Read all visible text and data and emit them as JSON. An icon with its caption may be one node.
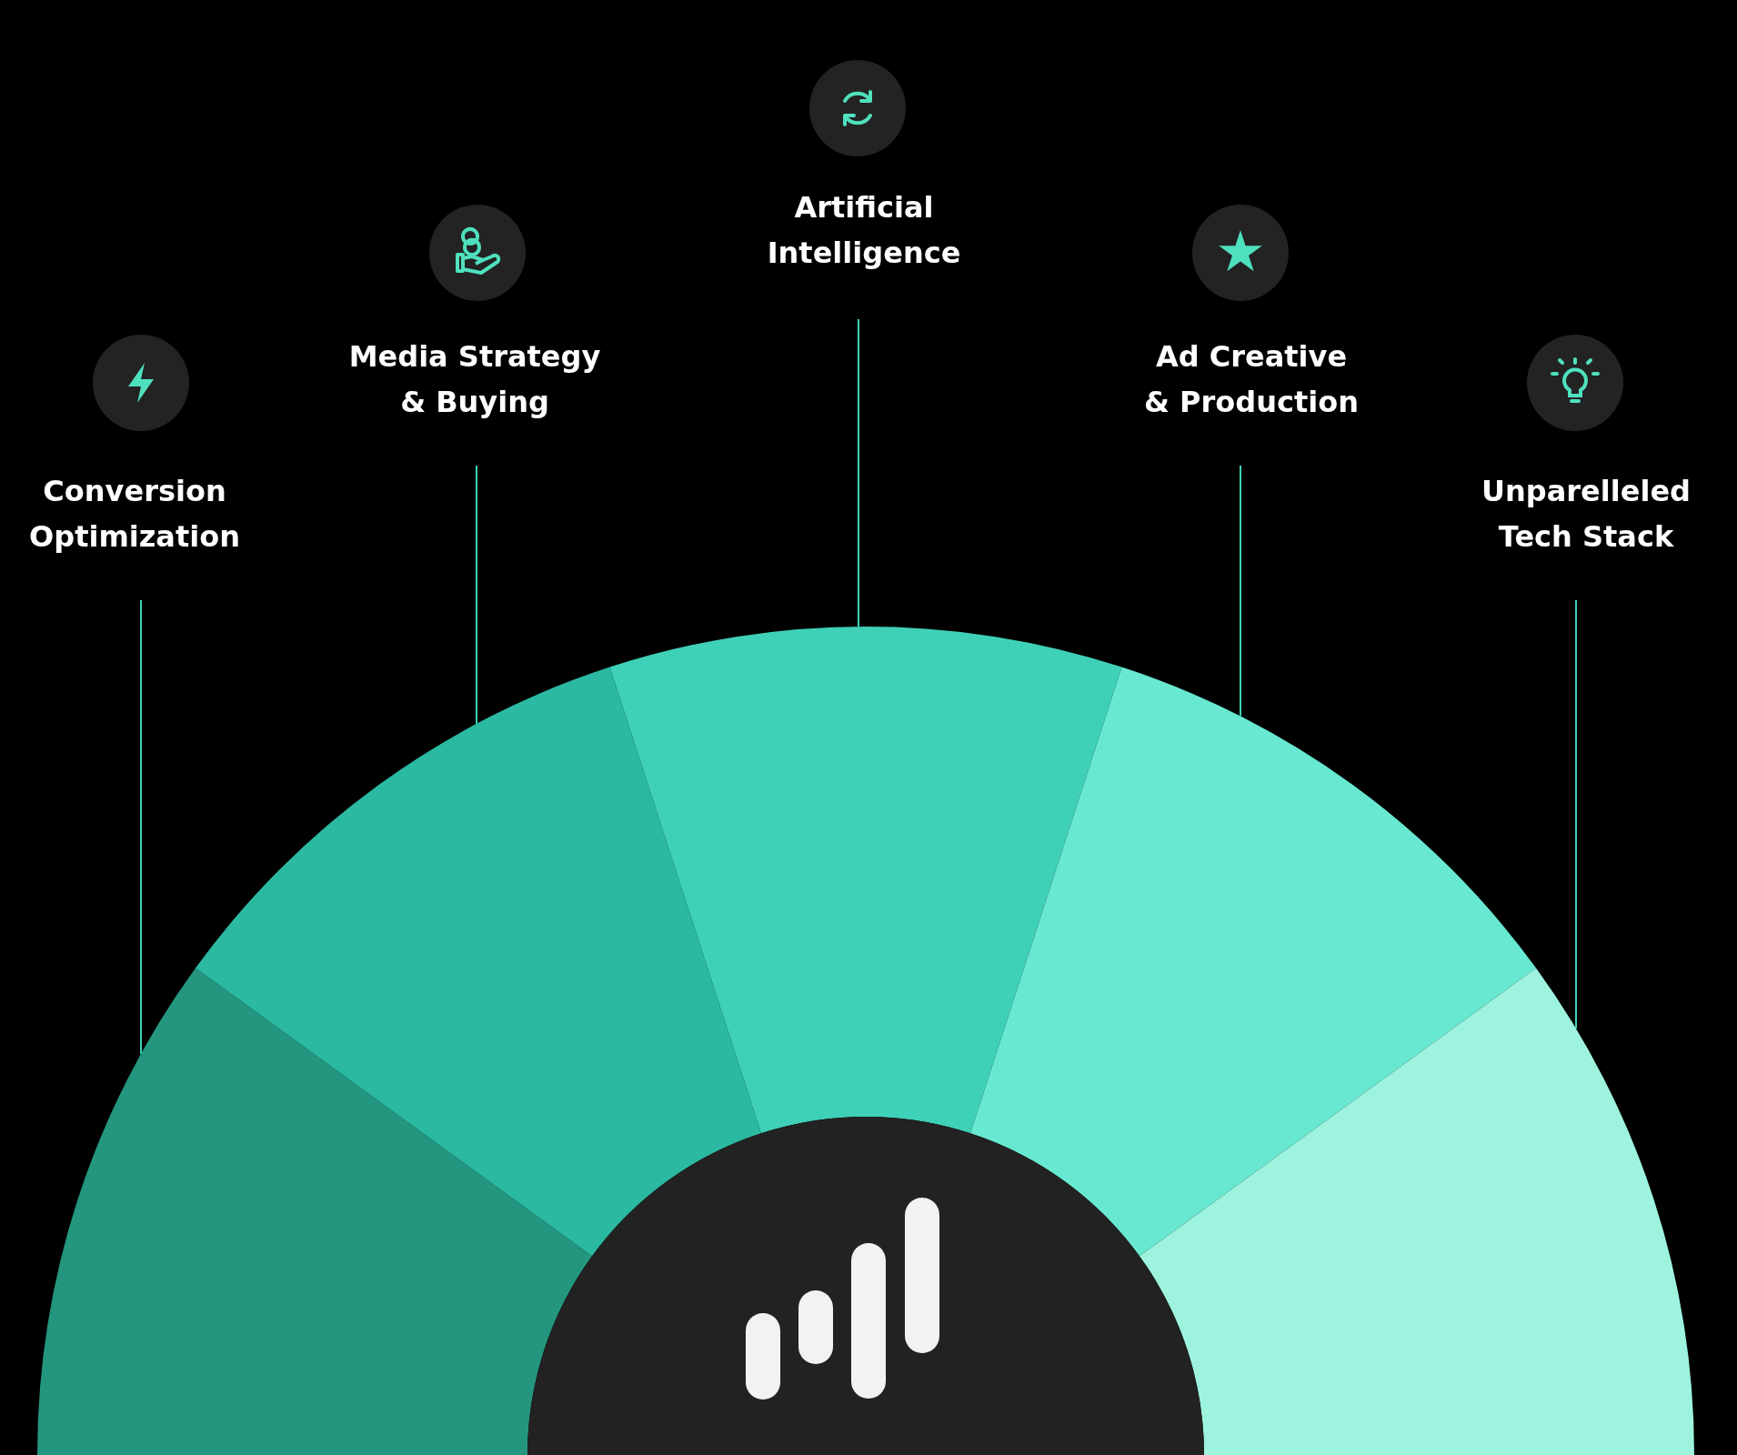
{
  "diagram": {
    "nodes": [
      {
        "text": [
          "Conversion Optimization"
        ]
      },
      {
        "text": [
          "Media Strategy & Buying"
        ]
      },
      {
        "text": [
          "Artificial Intelligence"
        ]
      },
      {
        "text": [
          "Ad Creative & Production"
        ]
      },
      {
        "text": [
          "Unparelleled Tech Stack"
        ]
      },
      {
        "text": [],
        "shape": "wedge"
      },
      {
        "text": [],
        "shape": "wedge"
      },
      {
        "text": [],
        "shape": "wedge"
      },
      {
        "text": [],
        "shape": "wedge"
      },
      {
        "text": [],
        "shape": "wedge"
      },
      {
        "text": [],
        "shape": "circle"
      }
    ],
    "edges": [
      {
        "from": 0,
        "to": 5,
        "arrow": "none"
      },
      {
        "from": 1,
        "to": 6,
        "arrow": "none"
      },
      {
        "from": 2,
        "to": 7,
        "arrow": "none"
      },
      {
        "from": 3,
        "to": 8,
        "arrow": "none"
      },
      {
        "from": 4,
        "to": 9,
        "arrow": "none"
      }
    ]
  }
}
